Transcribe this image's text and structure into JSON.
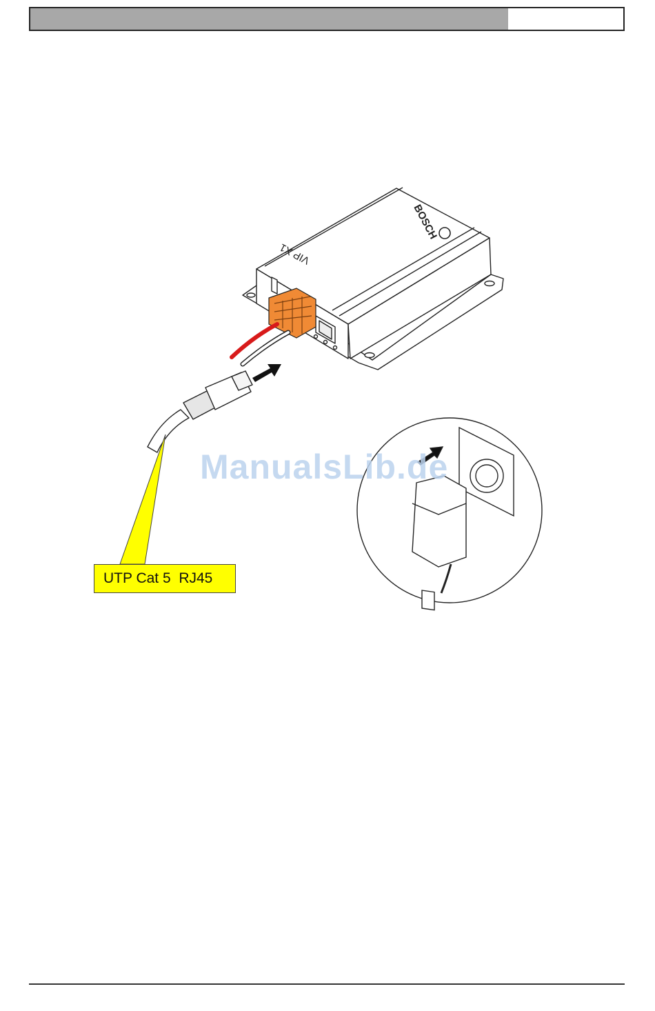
{
  "header": {
    "fill_color": "#a8a8a8"
  },
  "device": {
    "model_label": "VIP X1",
    "brand_label": "BOSCH",
    "connector_color": "#f08a35"
  },
  "callout": {
    "label": "UTP Cat 5  RJ45",
    "color": "#ffff00"
  },
  "inset": {
    "description": "power adapter plugged into wall socket"
  },
  "watermark": {
    "text": "ManualsLib.de"
  }
}
